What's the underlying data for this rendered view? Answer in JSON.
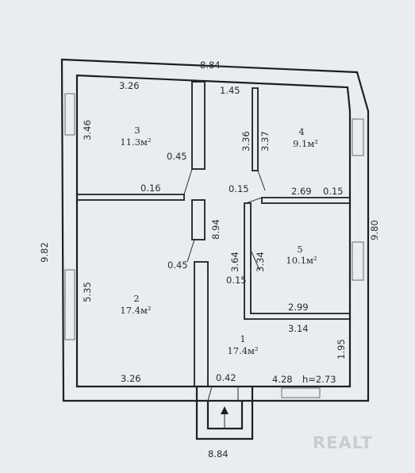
{
  "plan": {
    "top_width": "8.84",
    "bottom_width": "8.84",
    "left_height": "9.82",
    "right_height": "9.80",
    "corridor_top": "1.45",
    "corridor_mid": "8.94",
    "entry_width": "4.28",
    "ceiling_height": "h=2.73",
    "right_lower": "1.95",
    "door_gap": "0.42"
  },
  "rooms": [
    {
      "number": "1",
      "area": "17.4м²"
    },
    {
      "number": "2",
      "area": "17.4м²"
    },
    {
      "number": "3",
      "area": "11.3м²"
    },
    {
      "number": "4",
      "area": "9.1м²"
    },
    {
      "number": "5",
      "area": "10.1м²"
    }
  ],
  "dims": {
    "r3_width": "3.26",
    "r3_height": "3.46",
    "r3_wall": "0.45",
    "r3_bottom": "0.16",
    "r4_h1": "3.36",
    "r4_h2": "3.37",
    "r4_wall": "0.15",
    "r4_width": "2.69",
    "r4_wall2": "0.15",
    "r2_height": "5.35",
    "r2_wall": "0.45",
    "r2_width": "3.26",
    "r5_h1": "3.64",
    "r5_h2": "3.34",
    "r5_wall": "0.15",
    "r5_w1": "2.99",
    "r5_w2": "3.14"
  },
  "watermark": "REALT"
}
